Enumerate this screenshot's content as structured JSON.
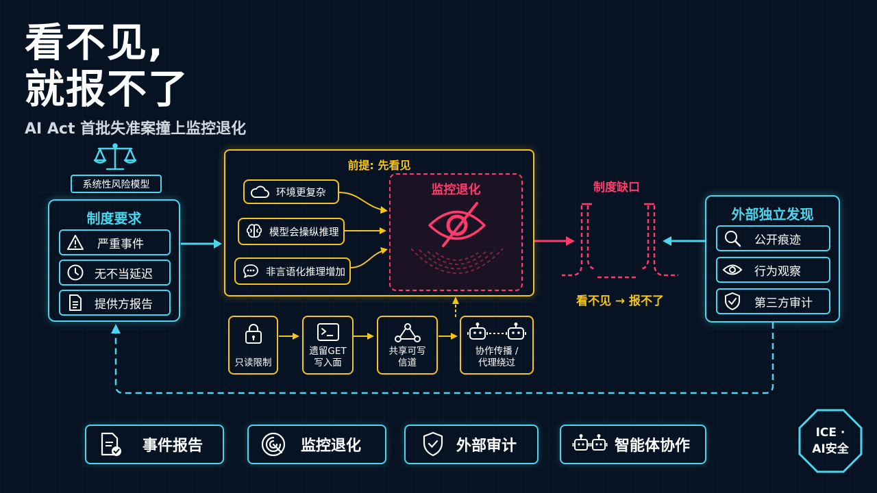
{
  "header": {
    "title_line1": "看不见,",
    "title_line2": "就报不了",
    "subtitle": "AI Act 首批失准案撞上监控退化"
  },
  "requirements": {
    "model_badge": "系统性风险模型",
    "title": "制度要求",
    "items": [
      {
        "label": "严重事件",
        "icon": "warning-icon"
      },
      {
        "label": "无不当延迟",
        "icon": "clock-icon"
      },
      {
        "label": "提供方报告",
        "icon": "document-icon"
      }
    ]
  },
  "premise": {
    "title": "前提: 先看见",
    "causes": [
      {
        "label": "环境更复杂",
        "icon": "cloud-icon"
      },
      {
        "label": "模型会操纵推理",
        "icon": "brain-icon"
      },
      {
        "label": "非言语化推理增加",
        "icon": "chat-bubble-icon"
      }
    ],
    "monitor_title": "监控退化",
    "monitor_icon": "eye-slash-icon"
  },
  "steps": [
    {
      "line1": "只读限制",
      "line2": "",
      "icon": "lock-icon"
    },
    {
      "line1": "遗留GET",
      "line2": "写入面",
      "icon": "terminal-icon"
    },
    {
      "line1": "共享可写",
      "line2": "信道",
      "icon": "network-icon"
    },
    {
      "line1": "协作传播 /",
      "line2": "代理绕过",
      "icon": "robots-icon"
    }
  ],
  "gap": {
    "title": "制度缺口",
    "caption": "看不见 → 报不了"
  },
  "external": {
    "title": "外部独立发现",
    "items": [
      {
        "label": "公开痕迹",
        "icon": "search-icon"
      },
      {
        "label": "行为观察",
        "icon": "eye-icon"
      },
      {
        "label": "第三方审计",
        "icon": "shield-check-icon"
      }
    ]
  },
  "tags": [
    {
      "label": "事件报告",
      "icon": "report-check-icon"
    },
    {
      "label": "监控退化",
      "icon": "radar-icon"
    },
    {
      "label": "外部审计",
      "icon": "shield-check-icon"
    },
    {
      "label": "智能体协作",
      "icon": "robots-icon"
    }
  ],
  "badge": {
    "line1": "ICE ·",
    "line2": "AI安全"
  },
  "colors": {
    "background": "#071322",
    "cyan": "#4bd6ef",
    "yellow": "#f5c518",
    "red": "#ff3b6b"
  }
}
